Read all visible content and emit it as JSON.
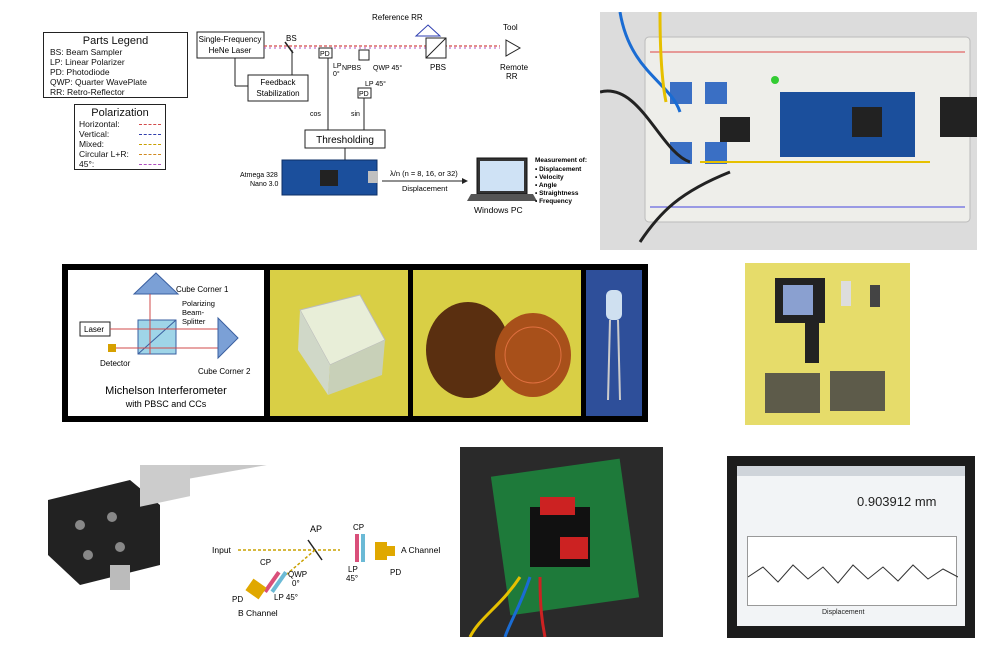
{
  "parts_legend": {
    "title": "Parts Legend",
    "items": [
      "BS: Beam Sampler",
      "LP: Linear Polarizer",
      "PD: Photodiode",
      "QWP: Quarter WavePlate",
      "RR: Retro-Reflector"
    ]
  },
  "polarization_legend": {
    "title": "Polarization",
    "items": [
      {
        "label": "Horizontal:",
        "color": "#d24b4b"
      },
      {
        "label": "Vertical:",
        "color": "#2f3fb0"
      },
      {
        "label": "Mixed:",
        "color": "#c9a000"
      },
      {
        "label": "Circular L+R:",
        "color": "#d08a20"
      },
      {
        "label": "45°:",
        "color": "#b050c0"
      }
    ]
  },
  "top_diagram": {
    "laser_label_1": "Single-Frequency",
    "laser_label_2": "HeNe Laser",
    "feedback_1": "Feedback",
    "feedback_2": "Stabilization",
    "bs": "BS",
    "reference_rr": "Reference RR",
    "tool": "Tool",
    "pd": "PD",
    "lp0_1": "LP",
    "lp0_2": "0°",
    "npbs": "NPBS",
    "qwp45": "QWP 45°",
    "lp45": "LP 45°",
    "pd2": "PD",
    "pbs": "PBS",
    "remote_rr_1": "Remote",
    "remote_rr_2": "RR",
    "cos": "cos",
    "sin": "sin",
    "thresholding": "Thresholding",
    "atmega_1": "Atmega 328",
    "atmega_2": "Nano 3.0",
    "lambda": "λ/n (n = 8, 16, or 32)",
    "displacement": "Displacement",
    "windows_pc": "Windows PC",
    "measurement_title": "Measurement of:",
    "measurements": [
      "Displacement",
      "Velocity",
      "Angle",
      "Straightness",
      "Frequency"
    ]
  },
  "michelson": {
    "cube_corner_1": "Cube Corner 1",
    "polarizing_1": "Polarizing",
    "polarizing_2": "Beam-",
    "polarizing_3": "Splitter",
    "laser": "Laser",
    "detector": "Detector",
    "cube_corner_2": "Cube Corner 2",
    "caption_1": "Michelson Interferometer",
    "caption_2": "with PBSC and CCs"
  },
  "quadrature": {
    "input": "Input",
    "ap": "AP",
    "cp_a": "CP",
    "lp45_a_1": "LP",
    "lp45_a_2": "45°",
    "pd_a": "PD",
    "a_channel": "A Channel",
    "cp_b": "CP",
    "qwp_1": "QWP",
    "qwp_2": "0°",
    "lp45_b": "LP 45°",
    "pd_b": "PD",
    "b_channel": "B Channel"
  },
  "screen": {
    "value": "0.903912 mm",
    "graph_label": "Displacement"
  },
  "colors": {
    "arduino_blue": "#1b4f9c",
    "breadboard": "#eeeeea",
    "yellow_cloth": "#d9cf45"
  }
}
